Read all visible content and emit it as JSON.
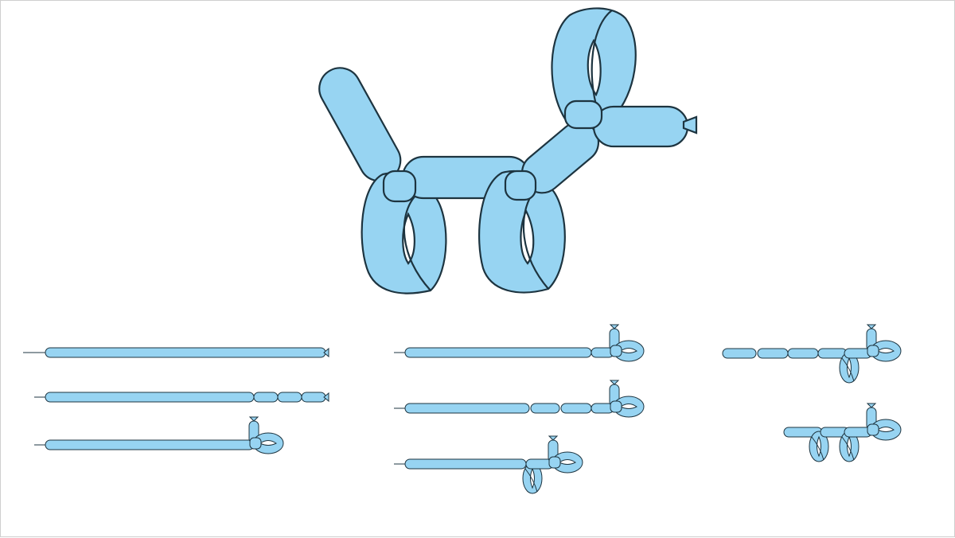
{
  "diagram": {
    "subject": "balloon-dog",
    "colors": {
      "balloon": "#97d4f2",
      "outline": "#1d3440",
      "background": "#ffffff",
      "frame": "#cfcfcf"
    },
    "steps": [
      {
        "id": "step-1-straight-balloon"
      },
      {
        "id": "step-2-bubble-twists"
      },
      {
        "id": "step-3-ear-loop"
      },
      {
        "id": "step-4-ear-loop"
      },
      {
        "id": "step-5-body-twists"
      },
      {
        "id": "step-6-front-legs-loop"
      },
      {
        "id": "step-7-torso-twists"
      },
      {
        "id": "step-8-back-legs-loop"
      }
    ],
    "final_result": "balloon-dog-complete"
  }
}
